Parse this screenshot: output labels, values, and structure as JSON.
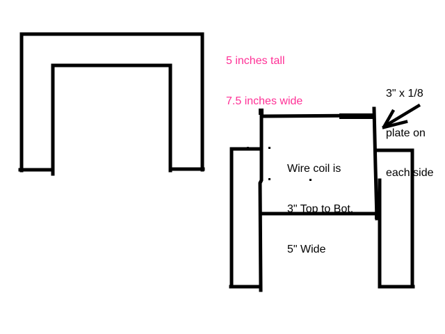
{
  "canvas": {
    "background_color": "#ffffff",
    "ink_color": "#000000",
    "accent_color": "#ff3096"
  },
  "icons": {
    "annotation_arrow_icon": "↙"
  },
  "left_figure": {
    "dimensions_label": {
      "line1": "5 inches tall",
      "line2": "7.5 inches wide"
    }
  },
  "right_figure": {
    "plate_label": {
      "line1": "3\" x 1/8",
      "line2": "plate on",
      "line3": "each side"
    },
    "coil_label": {
      "line1": "Wire coil is",
      "line2": "3\" Top to Bot.",
      "line3": "5\" Wide"
    }
  }
}
